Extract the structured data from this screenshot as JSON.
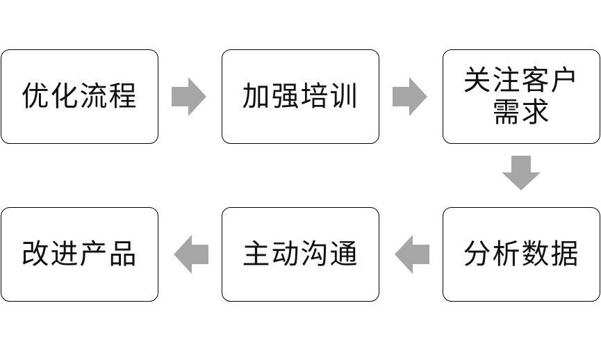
{
  "flow": {
    "steps": [
      {
        "label": "优化流程"
      },
      {
        "label": "加强培训"
      },
      {
        "label": "关注客户需求"
      },
      {
        "label": "分析数据"
      },
      {
        "label": "主动沟通"
      },
      {
        "label": "改进产品"
      }
    ],
    "arrow_color": "#a6a6a6",
    "border_color": "#000000"
  }
}
